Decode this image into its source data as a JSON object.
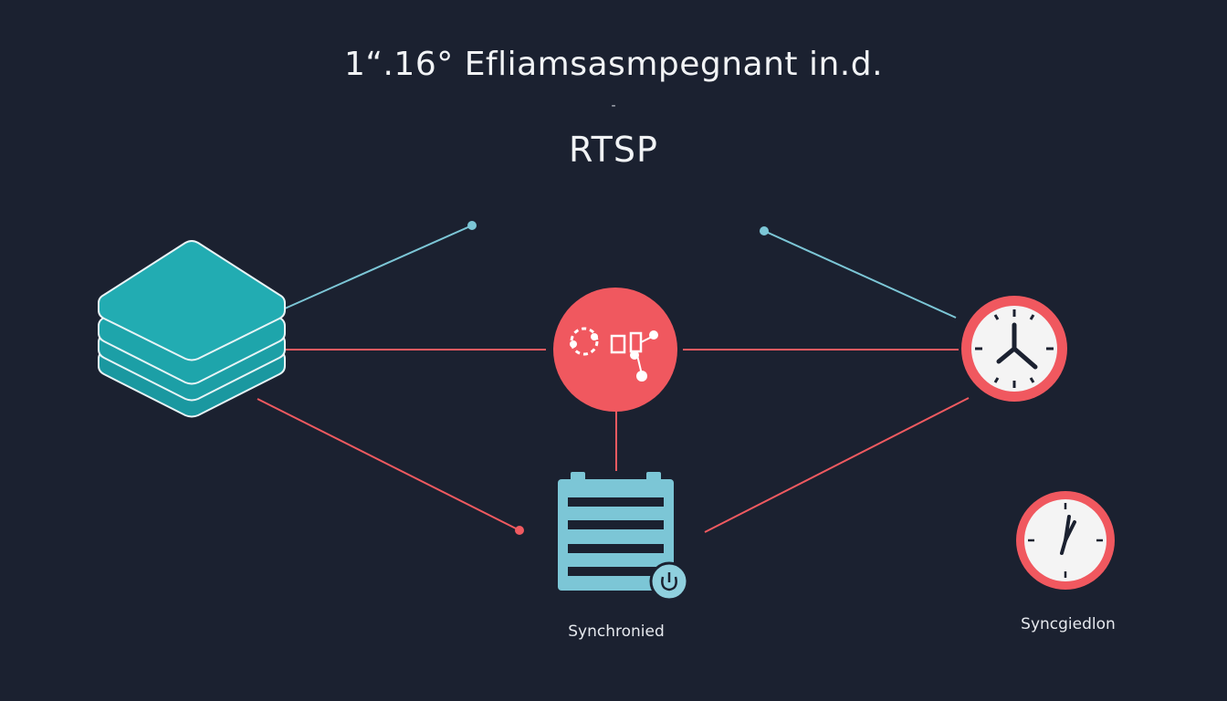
{
  "header": {
    "title": "1“.16° Efliamsasmpegnant in.d.",
    "separator": "-",
    "subtitle": "RTSP"
  },
  "nodes": {
    "stack": {
      "icon": "layers-stack-icon"
    },
    "hub": {
      "icon": "network-hub-icon"
    },
    "server": {
      "icon": "server-rack-icon",
      "badge_icon": "power-icon"
    },
    "clock_main": {
      "icon": "clock-icon"
    },
    "clock_small": {
      "icon": "clock-icon"
    }
  },
  "labels": {
    "server_caption": "Synchronied",
    "clock_caption": "Syncgiedlon"
  },
  "colors": {
    "background": "#1b2130",
    "teal": "#1fa7ad",
    "coral": "#f05a60",
    "light_blue": "#7cc6d6",
    "clock_face": "#f4f4f4"
  }
}
